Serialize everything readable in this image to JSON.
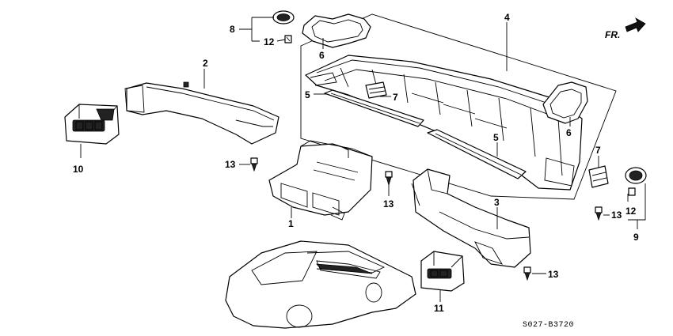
{
  "diagram": {
    "code": "S027-B3720",
    "direction": "FR.",
    "labels": {
      "l1": "1",
      "l2": "2",
      "l3": "3",
      "l4": "4",
      "l5a": "5",
      "l5b": "5",
      "l6a": "6",
      "l6b": "6",
      "l7a": "7",
      "l7b": "7",
      "l8": "8",
      "l9": "9",
      "l10": "10",
      "l11": "11",
      "l12a": "12",
      "l12b": "12",
      "l13a": "13",
      "l13b": "13",
      "l13c": "13",
      "l13d": "13"
    }
  }
}
